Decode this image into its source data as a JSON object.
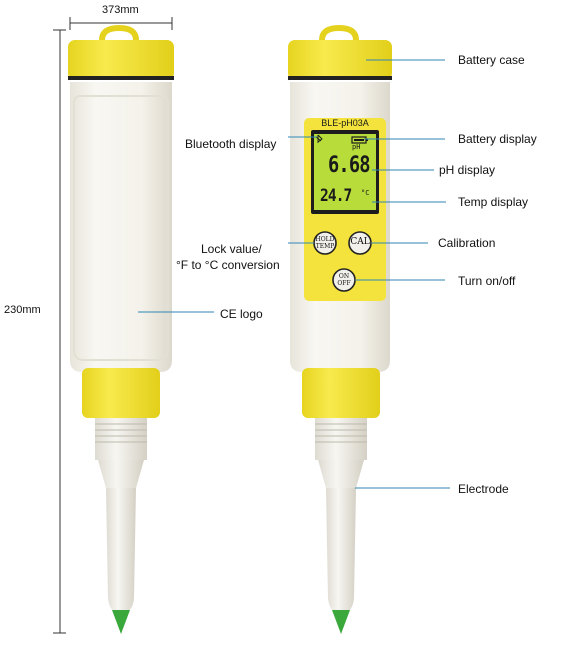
{
  "dimensions": {
    "width_label": "373mm",
    "height_label": "230mm"
  },
  "device": {
    "model_label": "BLE-pH03A",
    "lcd": {
      "unit": "pH",
      "ph_value": "6.68",
      "temp_value": "24.7",
      "temp_unit": "°C"
    },
    "buttons": {
      "hold_top": "HOLD",
      "hold_bottom": "TEMP",
      "cal": "CAL",
      "on": "ON",
      "off": "OFF"
    }
  },
  "callouts": {
    "battery_case": "Battery case",
    "battery_display": "Battery display",
    "bluetooth_display": "Bluetooth display",
    "ph_display": "pH display",
    "temp_display": "Temp display",
    "lock_value_line1": "Lock value/",
    "lock_value_line2": "°F to °C conversion",
    "calibration": "Calibration",
    "turn_on_off": "Turn on/off",
    "ce_logo": "CE logo",
    "electrode": "Electrode"
  },
  "colors": {
    "yellow_cap": "#f4e43a",
    "body_white": "#f3f1ea",
    "lcd_green": "#b8dc3a",
    "callout_line": "#2f86b6",
    "tip_green": "#3aa83a"
  }
}
